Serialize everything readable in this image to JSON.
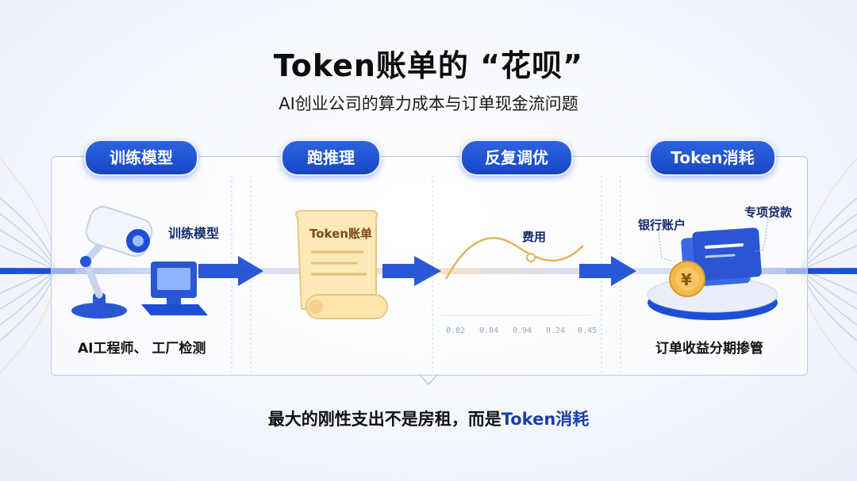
{
  "title": "Token账单的 “花呗”",
  "subtitle": "AI创业公司的算力成本与订单现金流问题",
  "stages": [
    {
      "label": "训练模型"
    },
    {
      "label": "跑推理"
    },
    {
      "label": "反复调优"
    },
    {
      "label": "Token消耗"
    }
  ],
  "stage1": {
    "callout": "训练模型",
    "caption": "AI工程师、 工厂检测"
  },
  "stage2": {
    "receipt_title": "Token账单"
  },
  "stage3": {
    "curve_label": "费用",
    "ticks": [
      "0.82",
      "0.84",
      "0.94",
      "0.24",
      "0.45"
    ]
  },
  "stage4": {
    "callout_left": "银行账户",
    "callout_right": "专项贷款",
    "coin_symbol": "¥",
    "caption": "订单收益分期掺管"
  },
  "tagline": {
    "main": "最大的刚性支出不是房租，而是",
    "highlight": "Token消耗"
  },
  "colors": {
    "accent": "#1d4fd6",
    "accent_dark": "#1847c5",
    "gold": "#e8b15a",
    "panel_border": "#b9c8e6"
  }
}
